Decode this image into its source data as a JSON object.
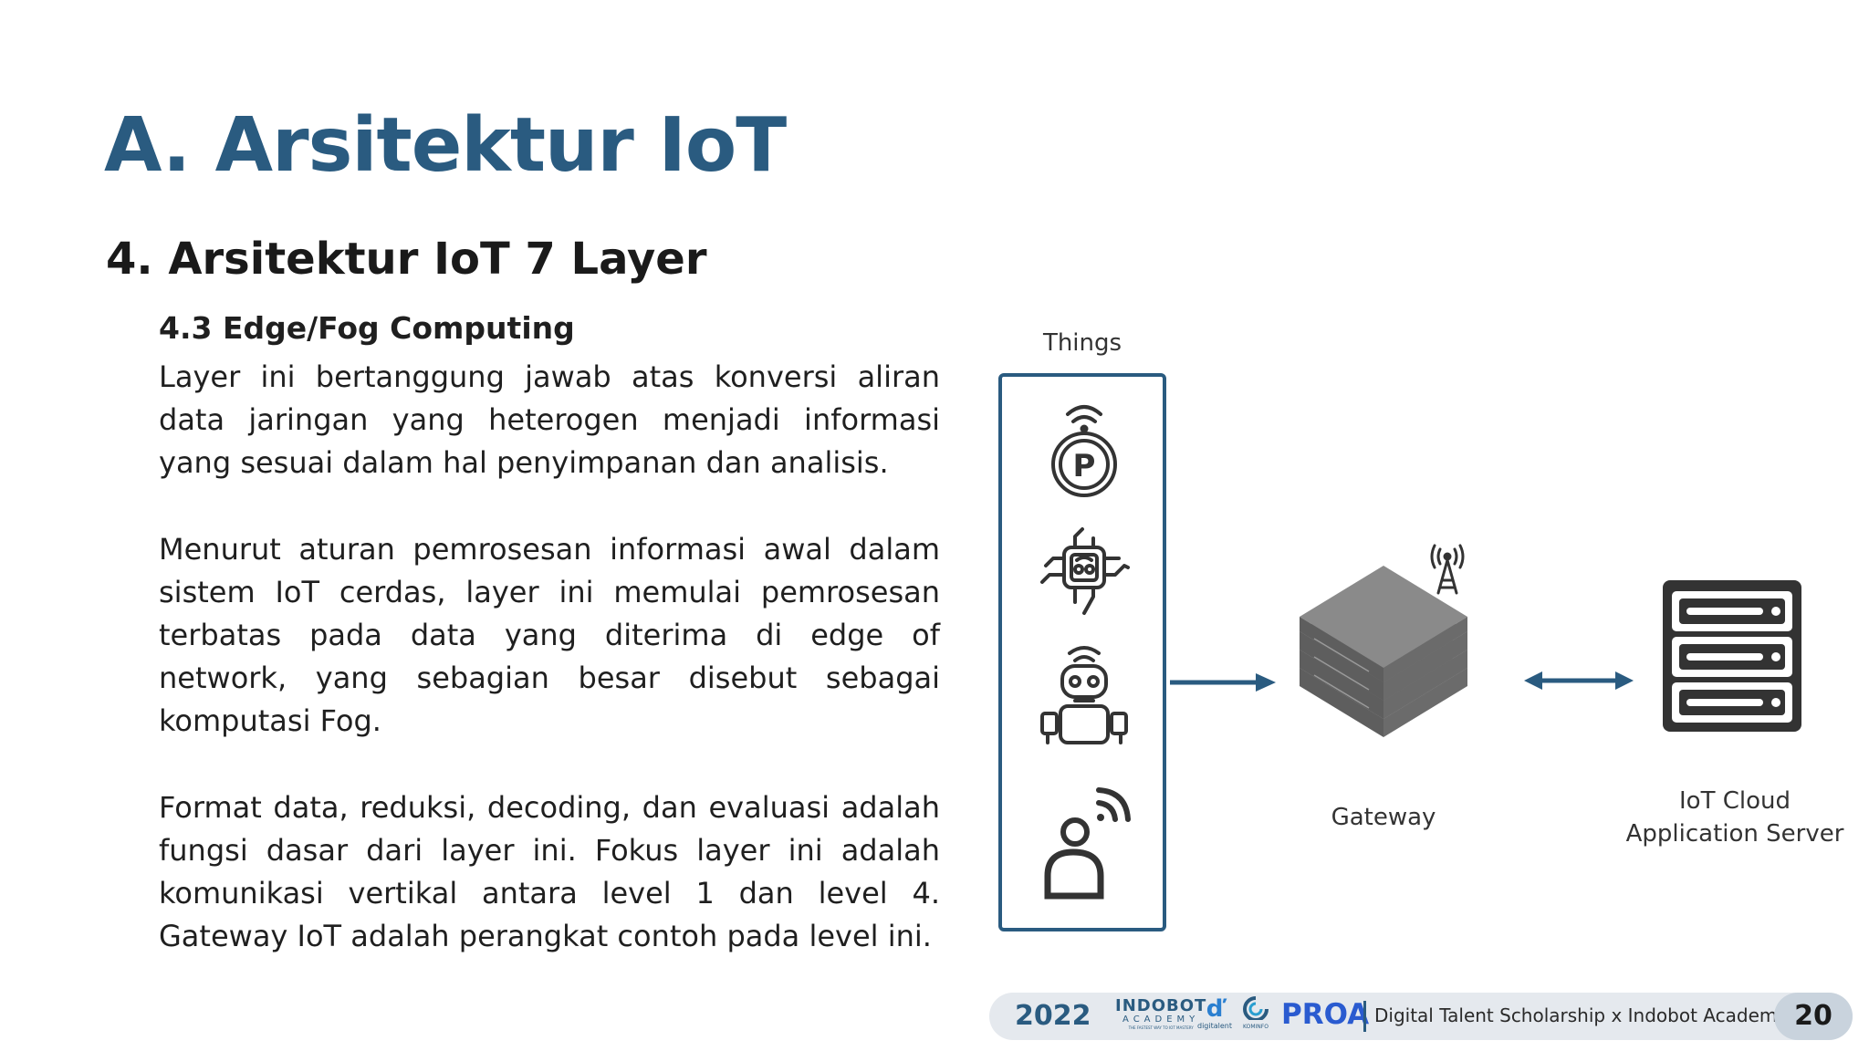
{
  "slide": {
    "title": "A. Arsitektur IoT",
    "subtitle": "4. Arsitektur IoT 7 Layer",
    "section_heading": "4.3 Edge/Fog Computing",
    "paragraphs": [
      "Layer ini bertanggung jawab atas konversi aliran data jaringan yang heterogen menjadi informasi yang sesuai dalam hal penyimpanan dan analisis.",
      "Menurut aturan pemrosesan informasi awal dalam sistem IoT cerdas, layer ini memulai pemrosesan terbatas pada data yang diterima di edge of network, yang sebagian besar disebut sebagai komputasi Fog.",
      "Format data, reduksi, decoding, dan evaluasi adalah fungsi dasar dari layer ini. Fokus layer ini adalah komunikasi vertikal antara level 1 dan level 4. Gateway IoT adalah perangkat contoh pada level ini."
    ]
  },
  "diagram": {
    "things_label": "Things",
    "gateway_label": "Gateway",
    "server_label_line1": "IoT Cloud",
    "server_label_line2": "Application Server",
    "things_icons": [
      "parking-sensor-icon",
      "chip-bot-icon",
      "robot-icon",
      "person-signal-icon"
    ],
    "parking_letter": "P",
    "accent_color": "#2a5b80",
    "icon_color": "#333333"
  },
  "footer": {
    "year": "2022",
    "indobot_logo_line1": "INDOBOT",
    "indobot_logo_line2": "ACADEMY",
    "indobot_logo_tagline": "THE FASTEST WAY TO IOT MASTERY",
    "digitalent_logo_text": "digitalent",
    "kominfo_logo_text": "KOMINFO",
    "proa_logo": "PROA",
    "text": "Digital Talent Scholarship x Indobot Academy",
    "page_number": "20"
  }
}
